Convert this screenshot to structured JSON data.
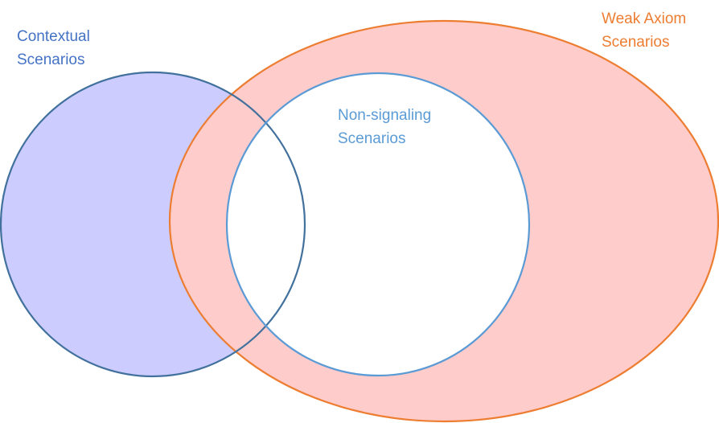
{
  "sets": {
    "contextual": {
      "label_lines": [
        "Contextual",
        "Scenarios"
      ],
      "fill_color": "#ccccff",
      "stroke_color": "#41719c",
      "text_color": "#4472c4"
    },
    "weak_axiom": {
      "label_lines": [
        "Weak Axiom",
        "Scenarios"
      ],
      "fill_color": "#ffcccc",
      "stroke_color": "#ed7d31",
      "text_color": "#ed7d31"
    },
    "nonsignaling": {
      "label_lines": [
        "Non-signaling",
        "Scenarios"
      ],
      "fill_color": "#ffffff",
      "stroke_color": "#5b9bd5",
      "text_color": "#5b9bd5"
    }
  }
}
